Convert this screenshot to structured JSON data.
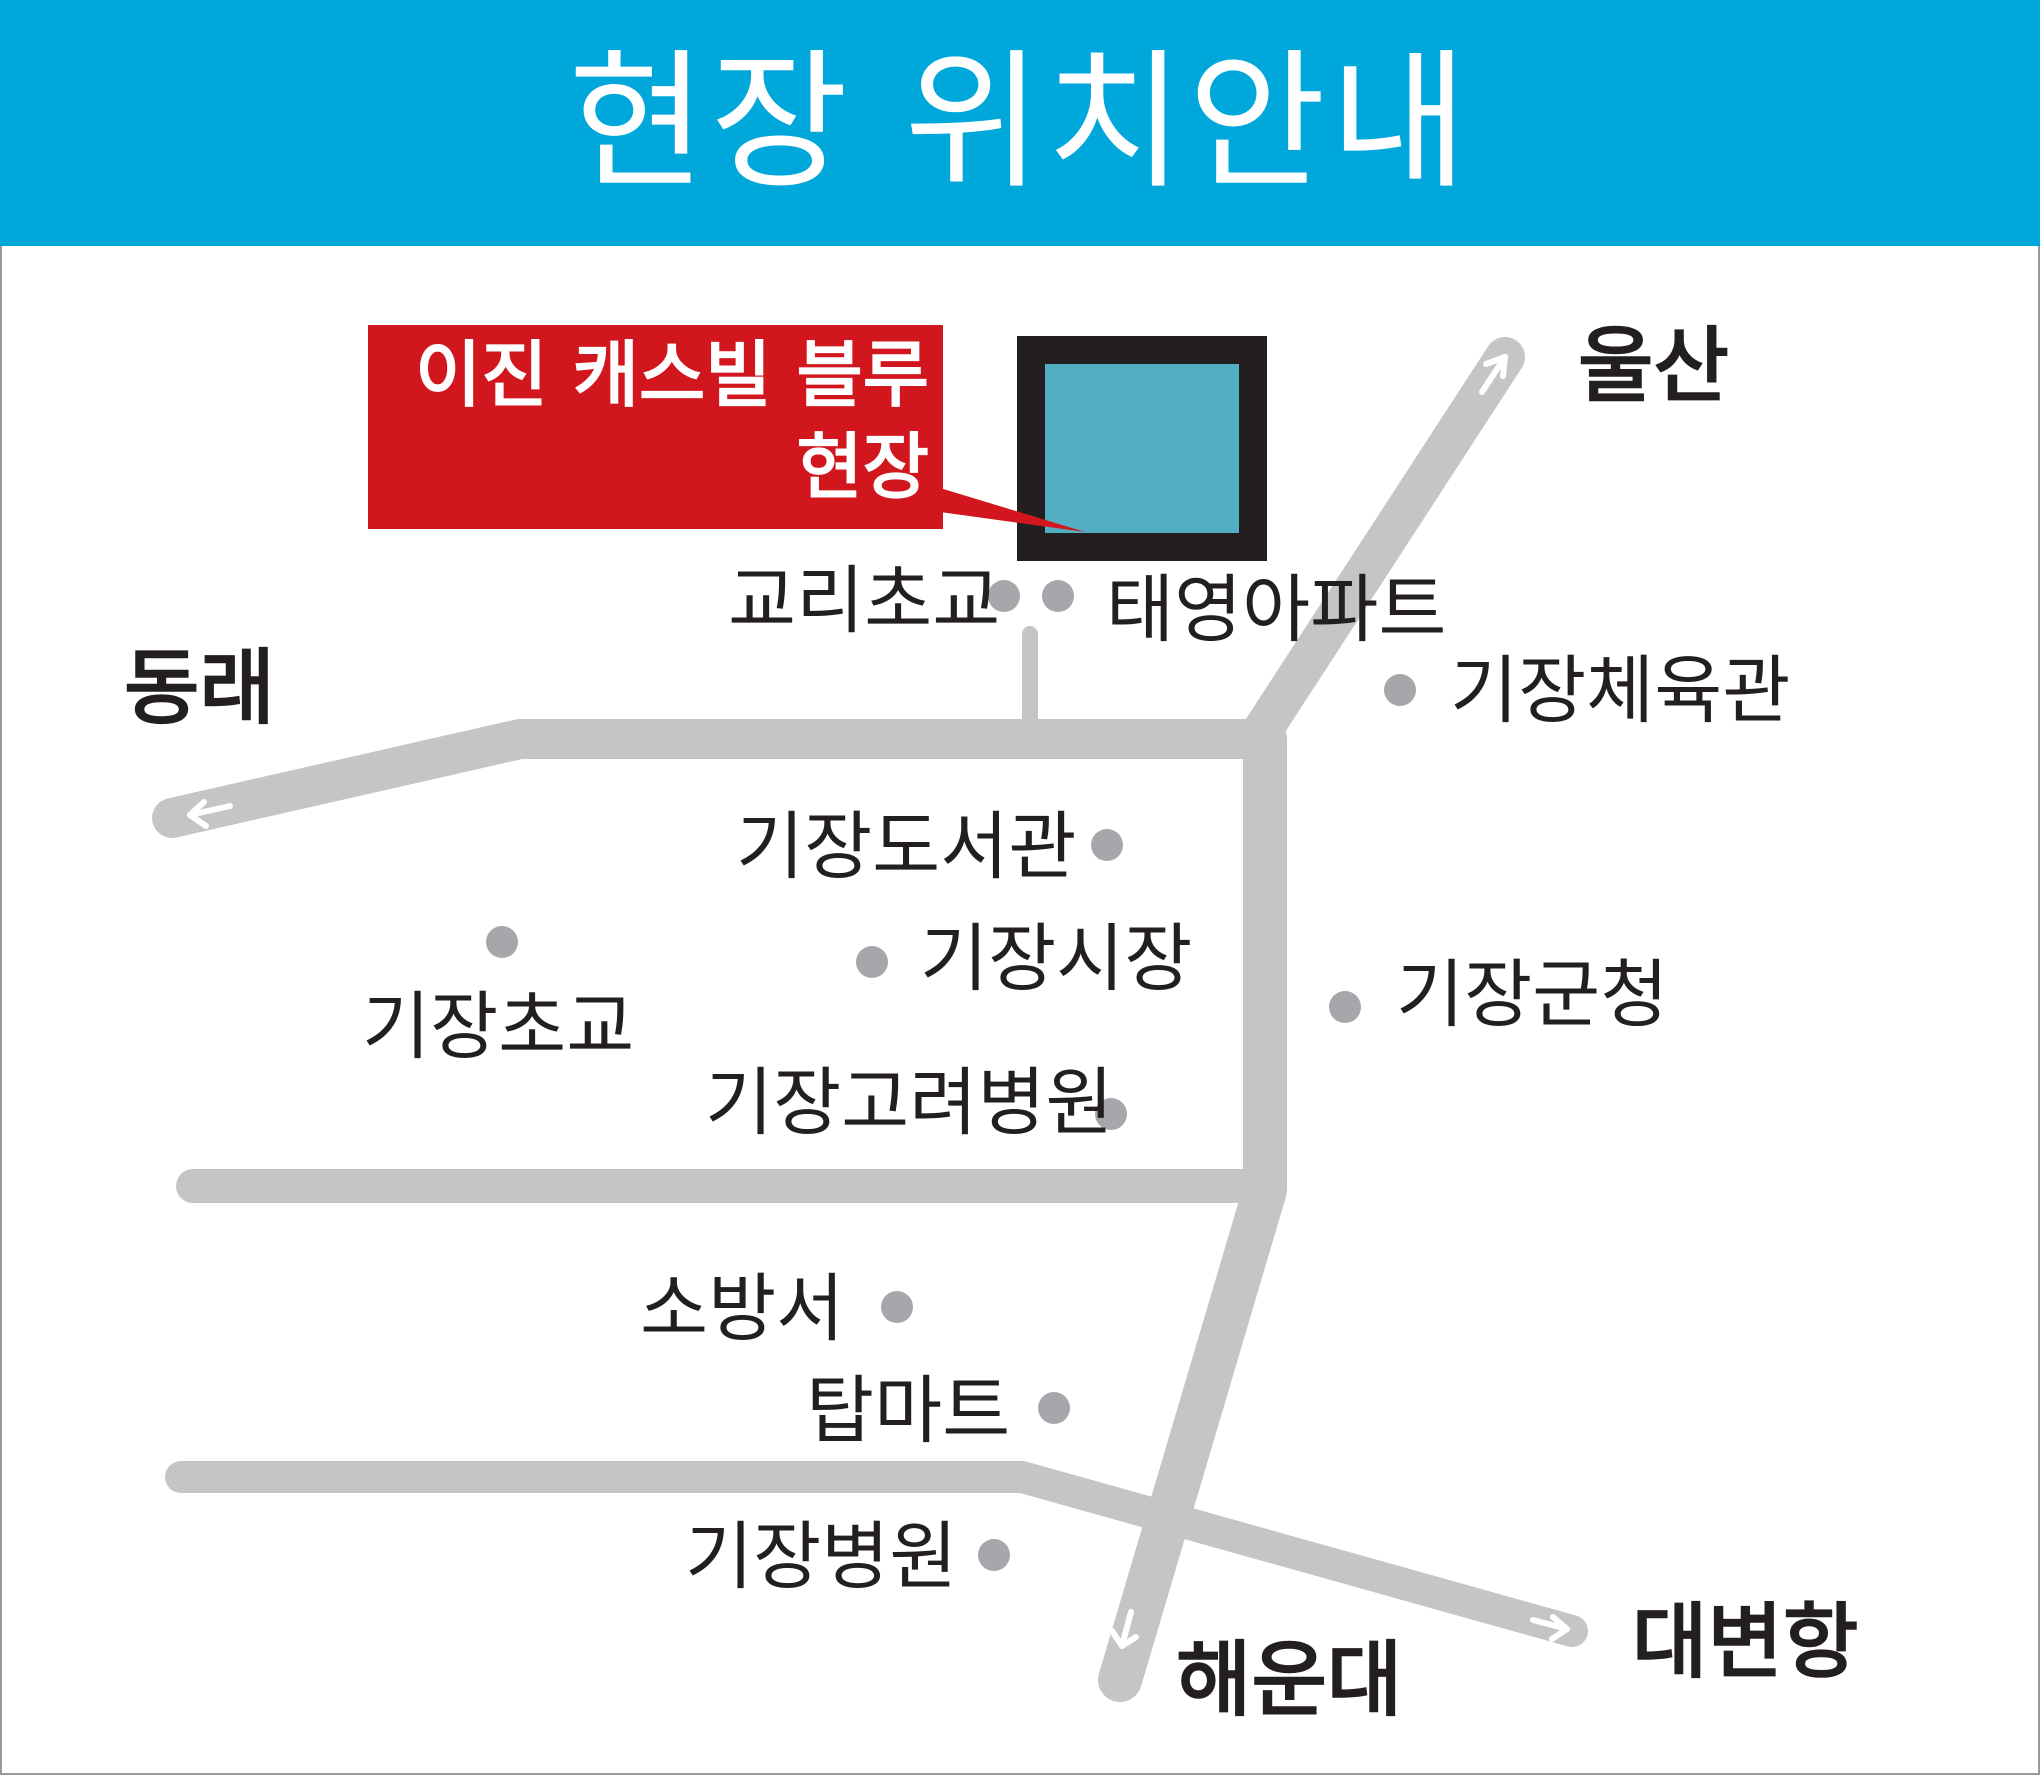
{
  "header": {
    "title": "현장 위치안내"
  },
  "colors": {
    "header_bg": "#00a7db",
    "road": "#c4c5c7",
    "poi_dot": "#a5a7aa",
    "callout_bg": "#d2161e",
    "site_fill": "#52aec2",
    "site_border": "#231f20"
  },
  "callout": {
    "line1": "이진 캐스빌 블루",
    "line2": "현장"
  },
  "destinations": {
    "ulsan": "울산",
    "dongnae": "동래",
    "haeundae": "해운대",
    "daebyeon": "대변항"
  },
  "places": {
    "gyori_school": "교리초교",
    "taeyoung_apt": "태영아파트",
    "gijang_gym": "기장체육관",
    "gijang_library": "기장도서관",
    "gijang_elementary": "기장초교",
    "gijang_market": "기장시장",
    "gijang_office": "기장군청",
    "gijang_korea_hospital": "기장고려병원",
    "fire_station": "소방서",
    "top_mart": "탑마트",
    "gijang_hospital": "기장병원"
  },
  "icons": {
    "site_marker": "square-building-icon",
    "poi": "dot-icon",
    "direction": "arrow-icon"
  }
}
